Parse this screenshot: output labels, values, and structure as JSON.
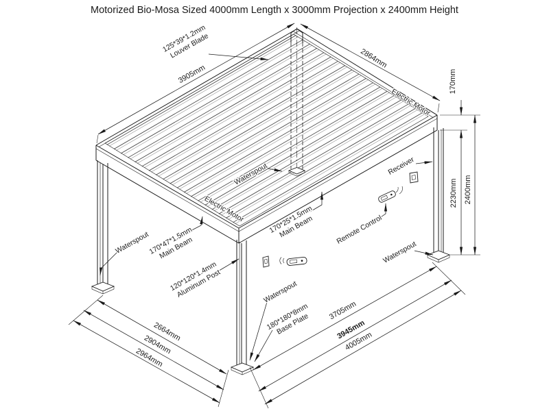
{
  "title": "Motorized Bio-Mosa Sized 4000mm Length x 3000mm Projection x 2400mm Height",
  "colors": {
    "line": "#1a1a1a",
    "background": "#ffffff"
  },
  "roof": {
    "dim_length_top": "3905mm",
    "dim_width_top": "2864mm",
    "louver_blade": {
      "size": "125*39*1.2mm",
      "name": "Louver Blade"
    }
  },
  "labels": {
    "electric_motor_right": "Electric Motor",
    "electric_motor_left": "Electric Motor",
    "receiver": "Receiver",
    "remote_control": "Remote Control",
    "waterspout_left": "Waterspout",
    "waterspout_center": "Waterspout",
    "waterspout_right": "Waterspout",
    "waterspout_bottom": "Waterspout",
    "main_beam_left": {
      "size": "170*47*1.5mm",
      "name": "Main Beam"
    },
    "main_beam_front": {
      "size": "170*25*1.5mm",
      "name": "Main Beam"
    },
    "aluminum_post": {
      "size": "120*120*1.4mm",
      "name": "Aluminum Post"
    },
    "base_plate": {
      "size": "180*180*8mm",
      "name": "Base Plate"
    }
  },
  "dimensions": {
    "fascia_height": "170mm",
    "clear_height": "2230mm",
    "total_height": "2400mm",
    "projection_inner": "2664mm",
    "projection_mid": "2904mm",
    "projection_outer": "2964mm",
    "length_inner": "3705mm",
    "length_mid": "3945mm",
    "length_outer": "4005mm"
  }
}
